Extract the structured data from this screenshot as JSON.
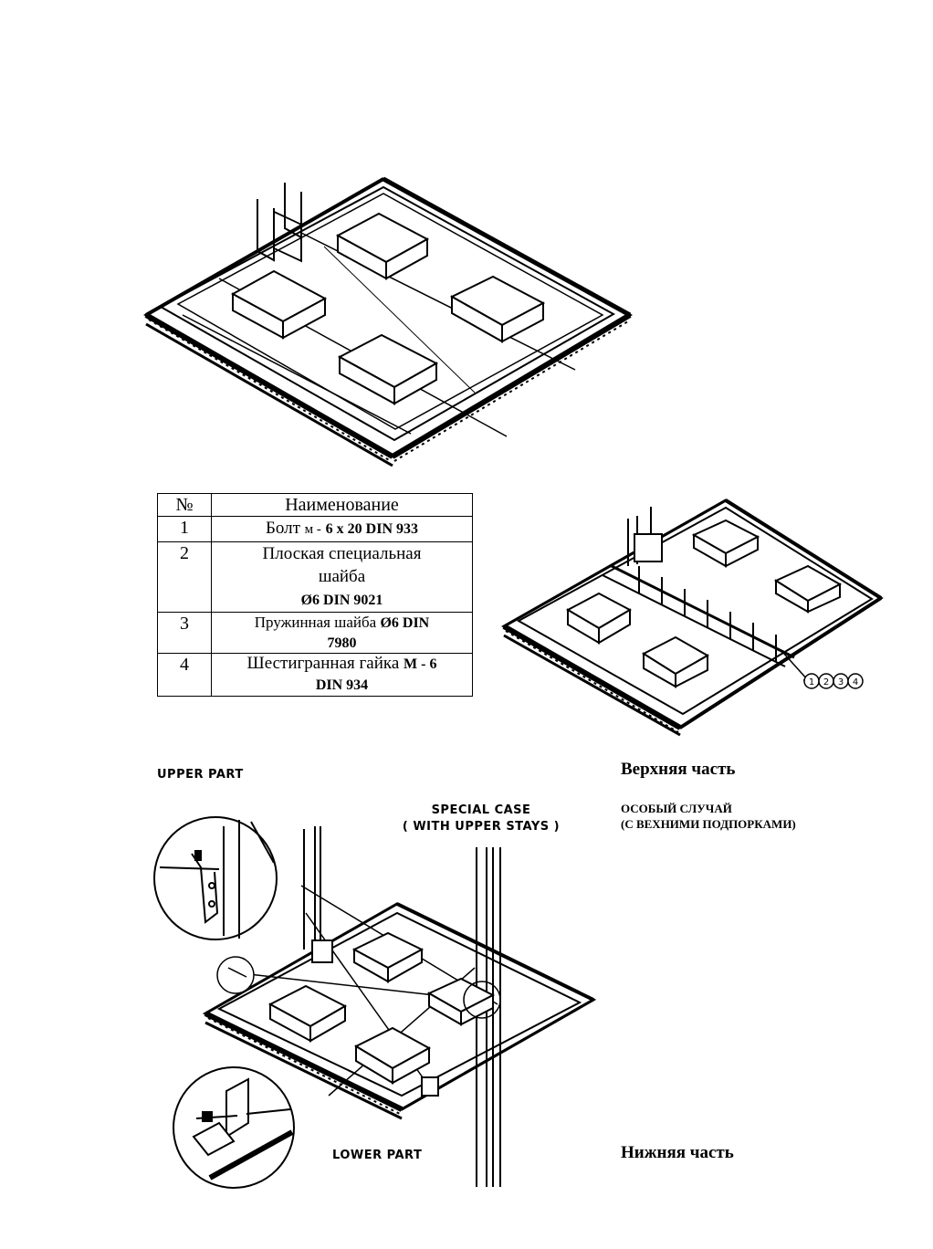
{
  "table": {
    "header": {
      "num": "№",
      "name": "Наименование"
    },
    "rows": [
      {
        "num": "1",
        "name_a": "Болт",
        "name_b": "м -",
        "name_c": "6 x 20 DIN 933"
      },
      {
        "num": "2",
        "name_a": "Плоская специальная",
        "name_b": "шайба",
        "name_c": "Ø6 DIN 9021"
      },
      {
        "num": "3",
        "name_a": "Пружинная шайба",
        "name_b": "Ø6 DIN",
        "name_c": "7980"
      },
      {
        "num": "4",
        "name_a": "Шестигранная гайка",
        "name_b": "М - 6",
        "name_c": "DIN 934"
      }
    ]
  },
  "callout": {
    "items": [
      "1",
      "2",
      "3",
      "4"
    ]
  },
  "labels": {
    "upper_part_en": "UPPER PART",
    "special_case_en_1": "SPECIAL CASE",
    "special_case_en_2": "( WITH UPPER STAYS )",
    "lower_part_en": "LOWER PART",
    "upper_part_ru": "Верхняя часть",
    "special_case_ru_1": "ОСОБЫЙ СЛУЧАЙ",
    "special_case_ru_2": "(С ВЕХНИМИ ПОДПОРКАМИ)",
    "lower_part_ru": "Нижняя часть"
  }
}
